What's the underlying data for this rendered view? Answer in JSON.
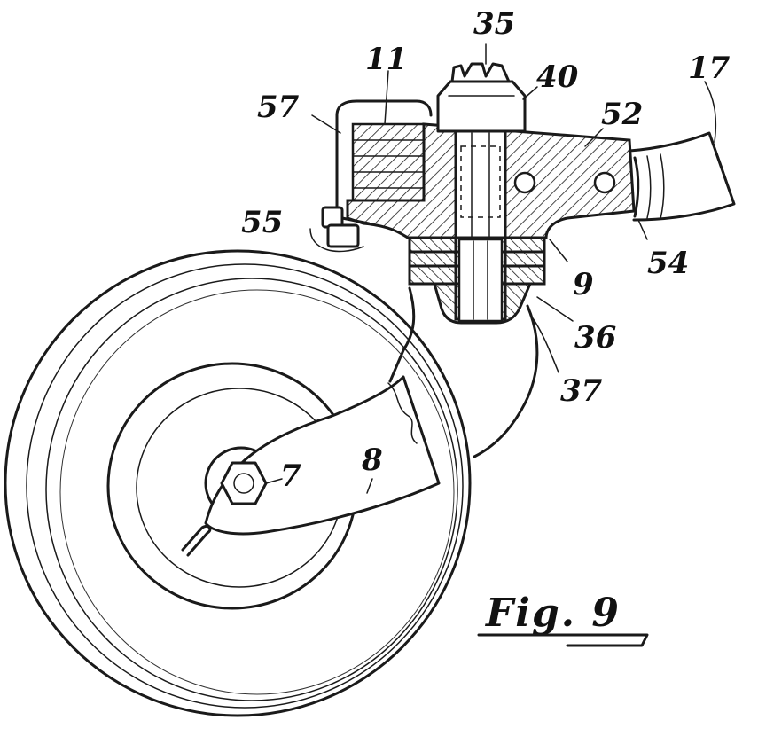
{
  "figure": {
    "caption": "Fig. 9"
  },
  "reference_numerals": {
    "n35": "35",
    "n40": "40",
    "n11": "11",
    "n17": "17",
    "n57": "57",
    "n52": "52",
    "n55": "55",
    "n54": "54",
    "n9": "9",
    "n36": "36",
    "n37": "37",
    "n7": "7",
    "n8": "8"
  },
  "colors": {
    "ink": "#1a1a1a",
    "paper": "#ffffff"
  }
}
